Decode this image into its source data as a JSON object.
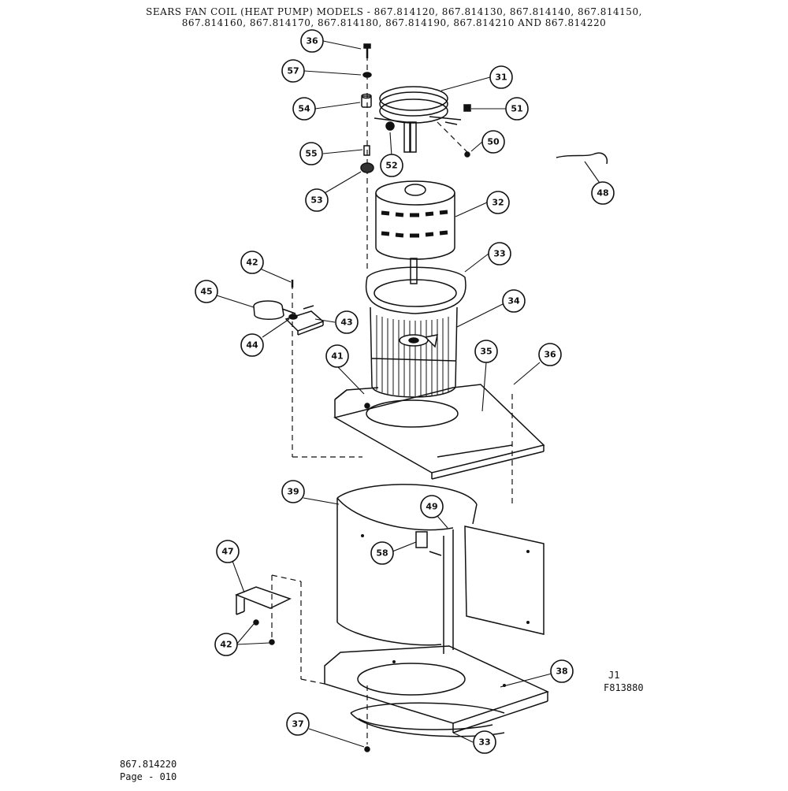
{
  "header": {
    "line1": "SEARS FAN COIL (HEAT PUMP) MODELS - 867.814120, 867.814130, 867.814140, 867.814150,",
    "line2": "867.814160, 867.814170, 867.814180, 867.814190, 867.814210 AND 867.814220"
  },
  "reference": {
    "line1": "J1",
    "line2": "F813880"
  },
  "footer": {
    "model": "867.814220",
    "page": "Page - 010"
  },
  "callouts": {
    "c36a": "36",
    "c57": "57",
    "c31": "31",
    "c54": "54",
    "c51": "51",
    "c55": "55",
    "c52": "52",
    "c50": "50",
    "c53": "53",
    "c48": "48",
    "c32": "32",
    "c33": "33",
    "c42a": "42",
    "c45": "45",
    "c34": "34",
    "c43": "43",
    "c44": "44",
    "c41": "41",
    "c35": "35",
    "c36b": "36",
    "c39": "39",
    "c49": "49",
    "c58": "58",
    "c47": "47",
    "c42b": "42",
    "c38": "38",
    "c37": "37",
    "c33b": "33"
  }
}
